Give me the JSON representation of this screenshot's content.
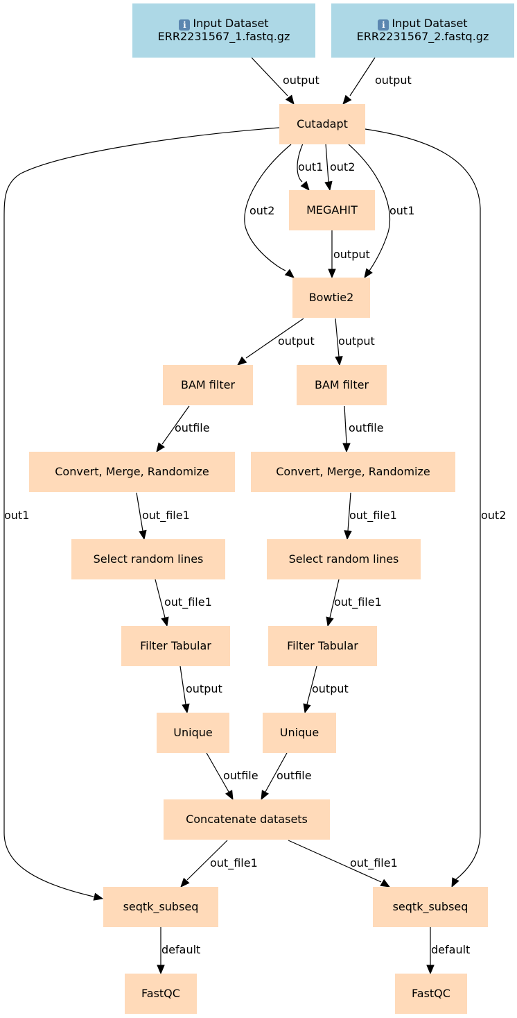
{
  "colors": {
    "input": "#add8e6",
    "tool": "#ffdab9",
    "edge": "#000000"
  },
  "nodes": [
    {
      "id": "in1",
      "kind": "input",
      "icon": "info-icon",
      "label": "Input Dataset",
      "sublabel": "ERR2231567_1.fastq.gz"
    },
    {
      "id": "in2",
      "kind": "input",
      "icon": "info-icon",
      "label": "Input Dataset",
      "sublabel": "ERR2231567_2.fastq.gz"
    },
    {
      "id": "cutadapt",
      "kind": "tool",
      "label": "Cutadapt"
    },
    {
      "id": "megahit",
      "kind": "tool",
      "label": "MEGAHIT"
    },
    {
      "id": "bowtie2",
      "kind": "tool",
      "label": "Bowtie2"
    },
    {
      "id": "bamf1",
      "kind": "tool",
      "label": "BAM filter"
    },
    {
      "id": "bamf2",
      "kind": "tool",
      "label": "BAM filter"
    },
    {
      "id": "conv1",
      "kind": "tool",
      "label": "Convert, Merge, Randomize"
    },
    {
      "id": "conv2",
      "kind": "tool",
      "label": "Convert, Merge, Randomize"
    },
    {
      "id": "sel1",
      "kind": "tool",
      "label": "Select random lines"
    },
    {
      "id": "sel2",
      "kind": "tool",
      "label": "Select random lines"
    },
    {
      "id": "filt1",
      "kind": "tool",
      "label": "Filter Tabular"
    },
    {
      "id": "filt2",
      "kind": "tool",
      "label": "Filter Tabular"
    },
    {
      "id": "uniq1",
      "kind": "tool",
      "label": "Unique"
    },
    {
      "id": "uniq2",
      "kind": "tool",
      "label": "Unique"
    },
    {
      "id": "concat",
      "kind": "tool",
      "label": "Concatenate datasets"
    },
    {
      "id": "seqtk1",
      "kind": "tool",
      "label": "seqtk_subseq"
    },
    {
      "id": "seqtk2",
      "kind": "tool",
      "label": "seqtk_subseq"
    },
    {
      "id": "fastqc1",
      "kind": "tool",
      "label": "FastQC"
    },
    {
      "id": "fastqc2",
      "kind": "tool",
      "label": "FastQC"
    }
  ],
  "edges": [
    {
      "id": "e1",
      "from": "in1",
      "to": "cutadapt",
      "label": "output"
    },
    {
      "id": "e2",
      "from": "in2",
      "to": "cutadapt",
      "label": "output"
    },
    {
      "id": "e3",
      "from": "cutadapt",
      "to": "megahit",
      "label": "out1"
    },
    {
      "id": "e4",
      "from": "cutadapt",
      "to": "megahit",
      "label": "out2"
    },
    {
      "id": "e5",
      "from": "cutadapt",
      "to": "bowtie2",
      "label": "out2"
    },
    {
      "id": "e6",
      "from": "cutadapt",
      "to": "bowtie2",
      "label": "out1"
    },
    {
      "id": "e7",
      "from": "megahit",
      "to": "bowtie2",
      "label": "output"
    },
    {
      "id": "e8",
      "from": "bowtie2",
      "to": "bamf1",
      "label": "output"
    },
    {
      "id": "e9",
      "from": "bowtie2",
      "to": "bamf2",
      "label": "output"
    },
    {
      "id": "e10",
      "from": "bamf1",
      "to": "conv1",
      "label": "outfile"
    },
    {
      "id": "e11",
      "from": "bamf2",
      "to": "conv2",
      "label": "outfile"
    },
    {
      "id": "e12",
      "from": "conv1",
      "to": "sel1",
      "label": "out_file1"
    },
    {
      "id": "e13",
      "from": "conv2",
      "to": "sel2",
      "label": "out_file1"
    },
    {
      "id": "e14",
      "from": "sel1",
      "to": "filt1",
      "label": "out_file1"
    },
    {
      "id": "e15",
      "from": "sel2",
      "to": "filt2",
      "label": "out_file1"
    },
    {
      "id": "e16",
      "from": "filt1",
      "to": "uniq1",
      "label": "output"
    },
    {
      "id": "e17",
      "from": "filt2",
      "to": "uniq2",
      "label": "output"
    },
    {
      "id": "e18",
      "from": "uniq1",
      "to": "concat",
      "label": "outfile"
    },
    {
      "id": "e19",
      "from": "uniq2",
      "to": "concat",
      "label": "outfile"
    },
    {
      "id": "e20",
      "from": "cutadapt",
      "to": "seqtk1",
      "label": "out1"
    },
    {
      "id": "e21",
      "from": "cutadapt",
      "to": "seqtk2",
      "label": "out2"
    },
    {
      "id": "e22",
      "from": "concat",
      "to": "seqtk1",
      "label": "out_file1"
    },
    {
      "id": "e23",
      "from": "concat",
      "to": "seqtk2",
      "label": "out_file1"
    },
    {
      "id": "e24",
      "from": "seqtk1",
      "to": "fastqc1",
      "label": "default"
    },
    {
      "id": "e25",
      "from": "seqtk2",
      "to": "fastqc2",
      "label": "default"
    }
  ]
}
